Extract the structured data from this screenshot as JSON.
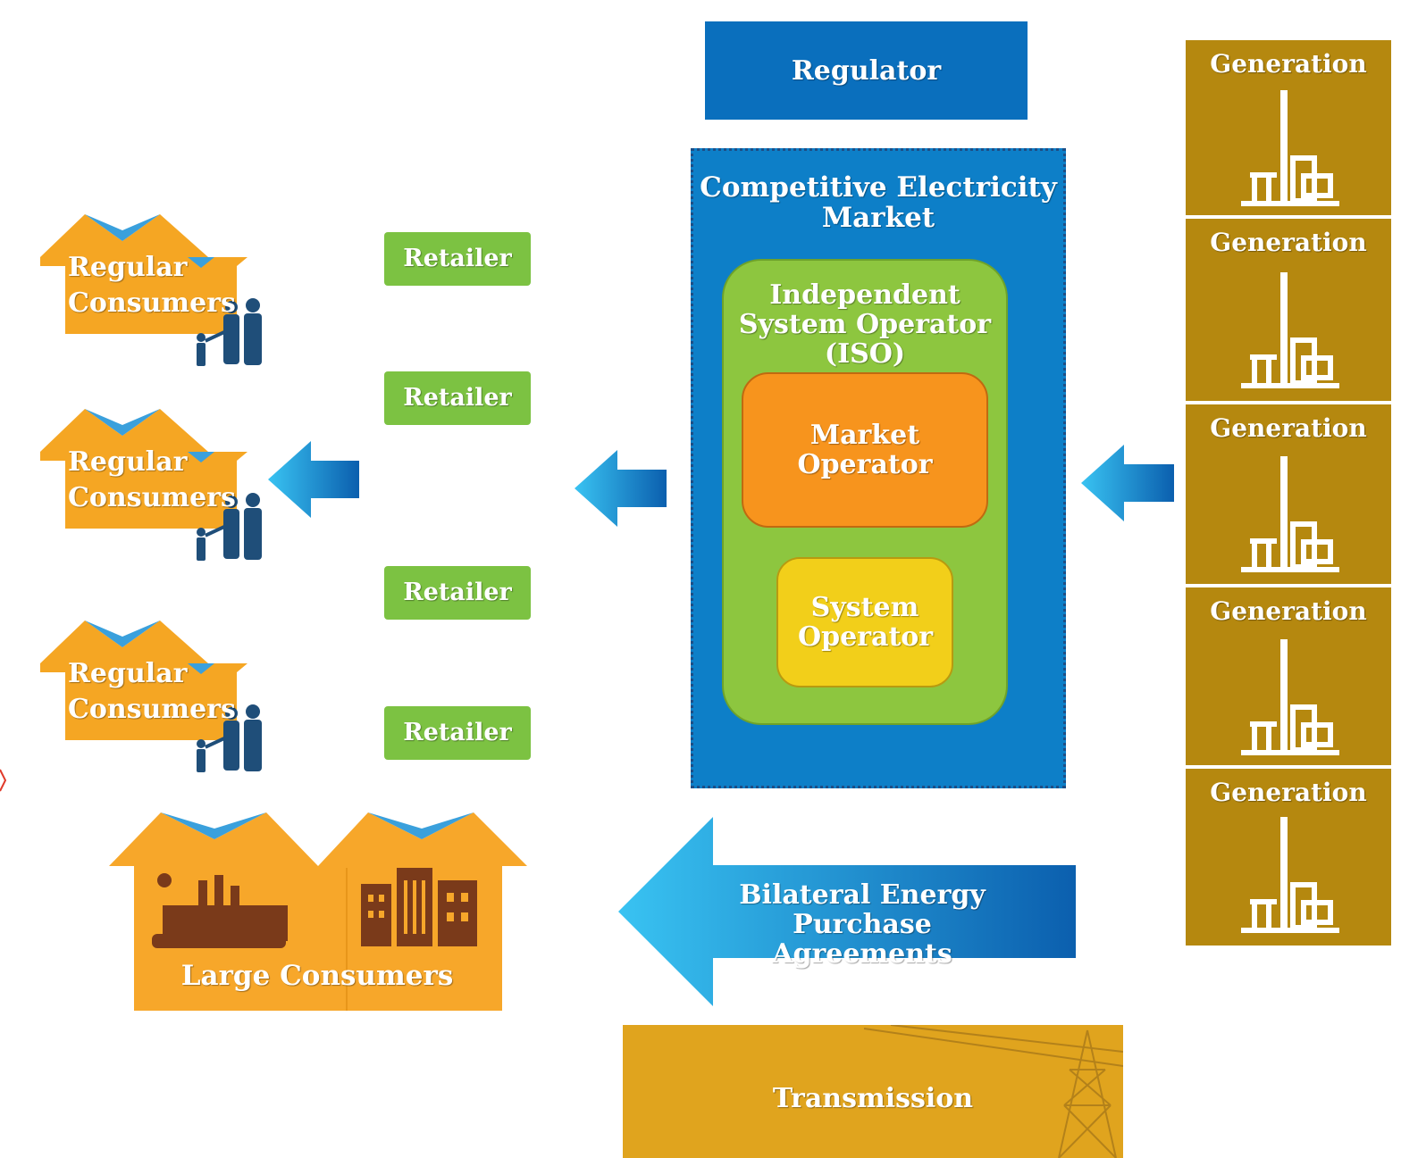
{
  "regulator": {
    "label": "Regulator"
  },
  "market": {
    "title": "Competitive Electricity Market",
    "iso": {
      "title": "Independent System Operator (ISO)"
    },
    "market_operator": "Market Operator",
    "system_operator": "System Operator"
  },
  "generation": [
    {
      "label": "Generation"
    },
    {
      "label": "Generation"
    },
    {
      "label": "Generation"
    },
    {
      "label": "Generation"
    },
    {
      "label": "Generation"
    }
  ],
  "retailers": [
    {
      "label": "Retailer"
    },
    {
      "label": "Retailer"
    },
    {
      "label": "Retailer"
    },
    {
      "label": "Retailer"
    }
  ],
  "consumers": [
    {
      "line1": "Regular",
      "line2": "Consumers"
    },
    {
      "line1": "Regular",
      "line2": "Consumers"
    },
    {
      "line1": "Regular",
      "line2": "Consumers"
    }
  ],
  "large_consumers": {
    "label": "Large Consumers"
  },
  "bilateral": {
    "label": "Bilateral Energy Purchase Agreements"
  },
  "transmission": {
    "label": "Transmission"
  },
  "colors": {
    "regulator": "#0a6fbd",
    "market": "#0d7fc8",
    "iso": "#8dc63f",
    "market_operator": "#f7941d",
    "system_operator": "#f2cf1a",
    "generation": "#b5880f",
    "retailer": "#7cc242",
    "consumer_house": "#f5a623",
    "transmission": "#e0a41e",
    "arrow": "#1e9ae0"
  }
}
